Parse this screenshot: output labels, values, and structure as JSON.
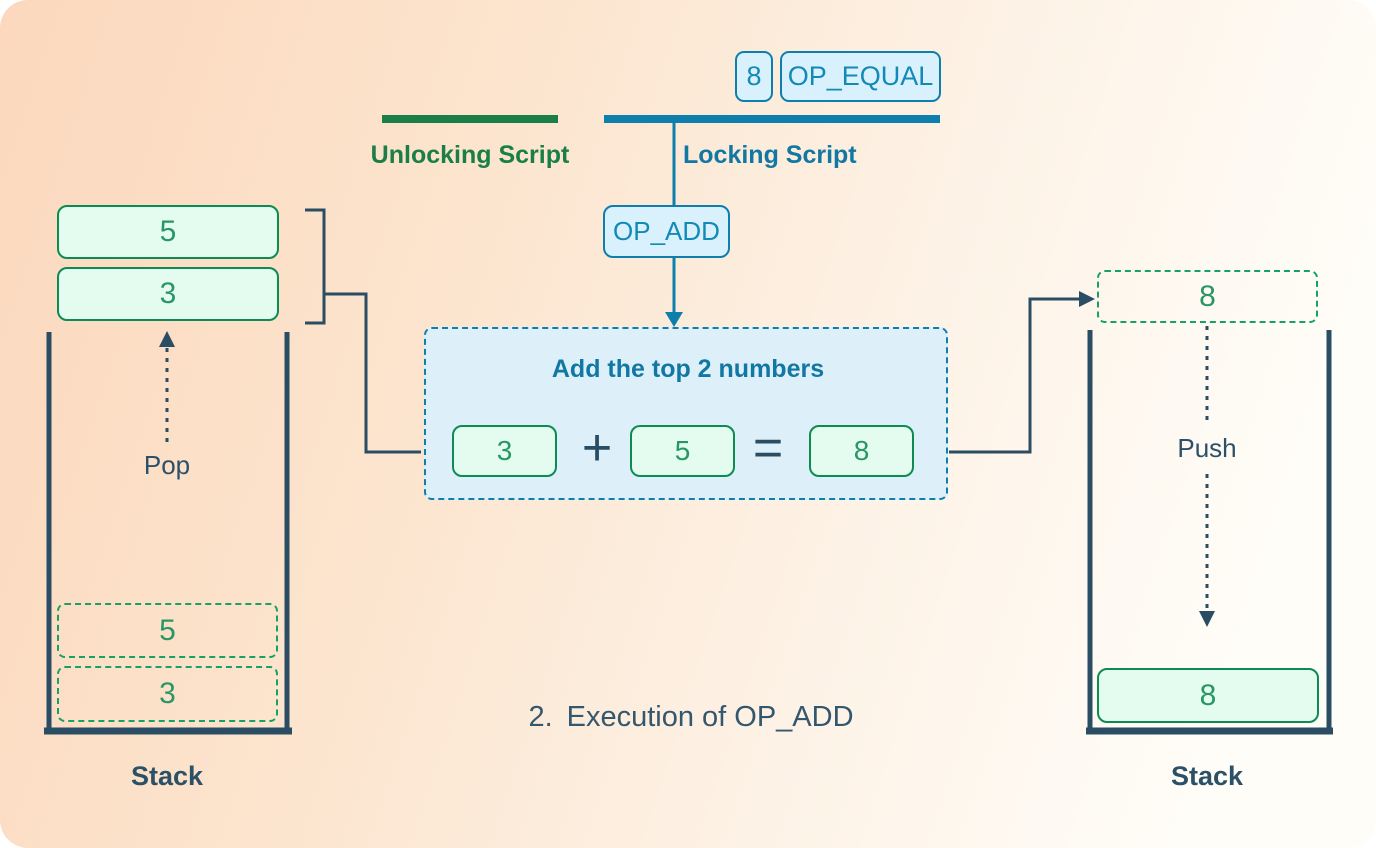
{
  "palette": {
    "bg-from": "#fbd8bd",
    "bg-mid": "#fce5cf",
    "bg-soft": "#fdf2e6",
    "bg-to": "#fffdf8",
    "blue-bar": "#0e7fad",
    "blue-text": "#1389b8",
    "blue-title": "#1177a3",
    "blue-fill": "#d8f1fc",
    "panel-fill": "#ddf0fa",
    "green-dark": "#0c8b53",
    "green-bright": "#15a264",
    "green-text": "#2a9663",
    "green-label": "#1a7f47",
    "mint-fill": "#e3fcef",
    "slate": "#2a4d63",
    "slate-text": "#2d5068",
    "slate-bold": "#2c5065",
    "caption": "#35576d"
  },
  "scripts": {
    "unlocking_label": "Unlocking Script",
    "locking_label": "Locking Script",
    "locking_tokens": [
      "8",
      "OP_EQUAL"
    ],
    "opcode": "OP_ADD"
  },
  "operation_box": {
    "title": "Add the top 2 numbers",
    "operand_left": "3",
    "operator": "+",
    "operand_right": "5",
    "equals": "=",
    "result": "8"
  },
  "left_stack": {
    "popped_items": [
      "5",
      "3"
    ],
    "arrow_label": "Pop",
    "ghost_items": [
      "5",
      "3"
    ],
    "label": "Stack"
  },
  "right_stack": {
    "incoming_item": "8",
    "arrow_label": "Push",
    "items": [
      "8"
    ],
    "label": "Stack"
  },
  "caption": {
    "number": "2.",
    "text": "Execution of OP_ADD"
  }
}
